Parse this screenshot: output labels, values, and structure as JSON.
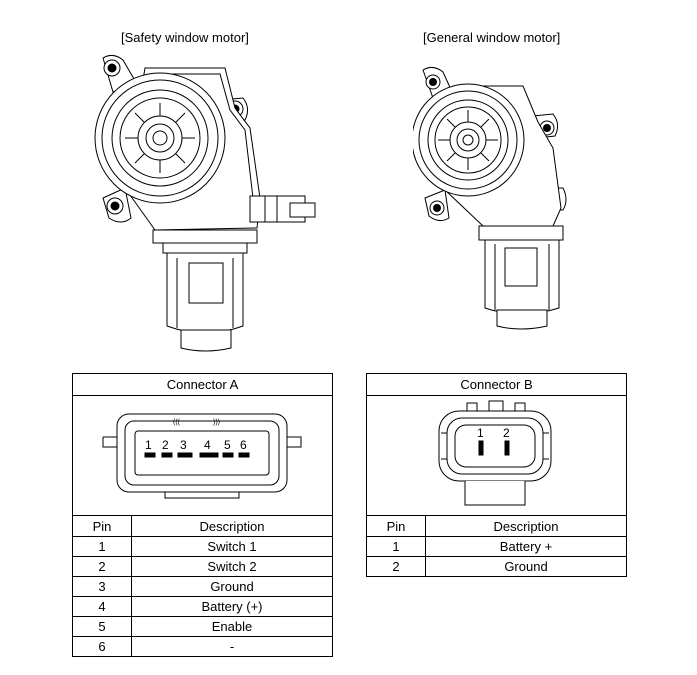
{
  "captions": {
    "safety_motor": "[Safety window motor]",
    "general_motor": "[General window motor]"
  },
  "connector_a": {
    "title": "Connector A",
    "pin_labels": [
      "1",
      "2",
      "3",
      "4",
      "5",
      "6"
    ],
    "table": {
      "header_pin": "Pin",
      "header_desc": "Description",
      "rows": [
        {
          "pin": "1",
          "desc": "Switch 1"
        },
        {
          "pin": "2",
          "desc": "Switch 2"
        },
        {
          "pin": "3",
          "desc": "Ground"
        },
        {
          "pin": "4",
          "desc": "Battery (+)"
        },
        {
          "pin": "5",
          "desc": "Enable"
        },
        {
          "pin": "6",
          "desc": "-"
        }
      ]
    }
  },
  "connector_b": {
    "title": "Connector B",
    "pin_labels": [
      "1",
      "2"
    ],
    "table": {
      "header_pin": "Pin",
      "header_desc": "Description",
      "rows": [
        {
          "pin": "1",
          "desc": "Battery +"
        },
        {
          "pin": "2",
          "desc": "Ground"
        }
      ]
    }
  }
}
